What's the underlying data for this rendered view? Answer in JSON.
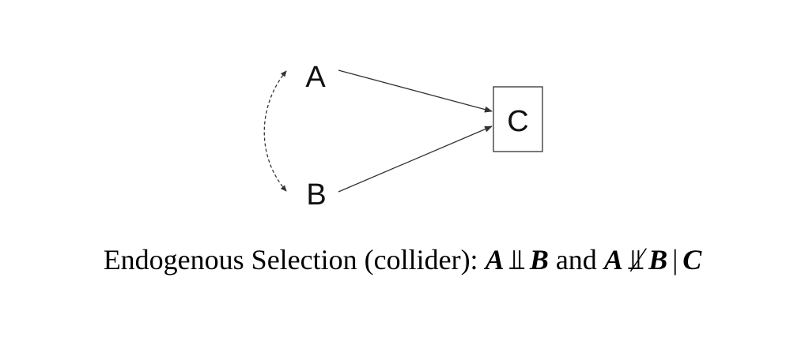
{
  "nodes": {
    "a": {
      "label": "A"
    },
    "b": {
      "label": "B"
    },
    "c": {
      "label": "C"
    }
  },
  "caption": {
    "prefix": "Endogenous Selection (collider):",
    "var_a1": "A",
    "indep": "⫫",
    "var_b1": "B",
    "conj": "and",
    "var_a2": "A",
    "not_indep": "⫫̸",
    "var_b2": "B",
    "given": "|",
    "var_c": "C"
  },
  "colors": {
    "stroke": "#333333",
    "text": "#111111"
  }
}
